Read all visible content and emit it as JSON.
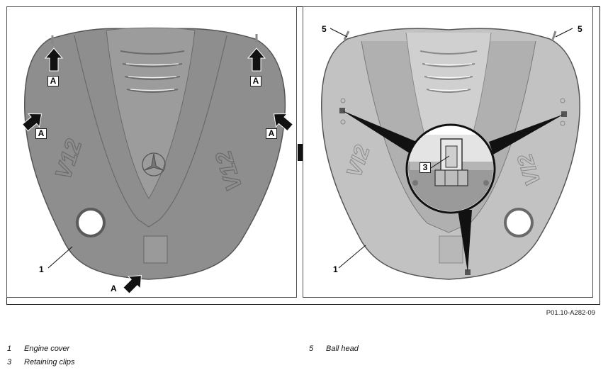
{
  "figure_ref": "P01.10-A282-09",
  "callouts": {
    "a": "A",
    "one": "1",
    "three": "3",
    "five": "5"
  },
  "legend": [
    {
      "num": "1",
      "text": "Engine cover"
    },
    {
      "num": "3",
      "text": "Retaining clips"
    },
    {
      "num": "5",
      "text": "Ball head"
    }
  ],
  "cover_lettering": {
    "left": "V12",
    "right": "V12"
  },
  "colors": {
    "cover": "#8f8f8f",
    "cover_dark": "#6d6d6d",
    "cover_inner": "#bdbdbd",
    "arrow": "#111111"
  }
}
